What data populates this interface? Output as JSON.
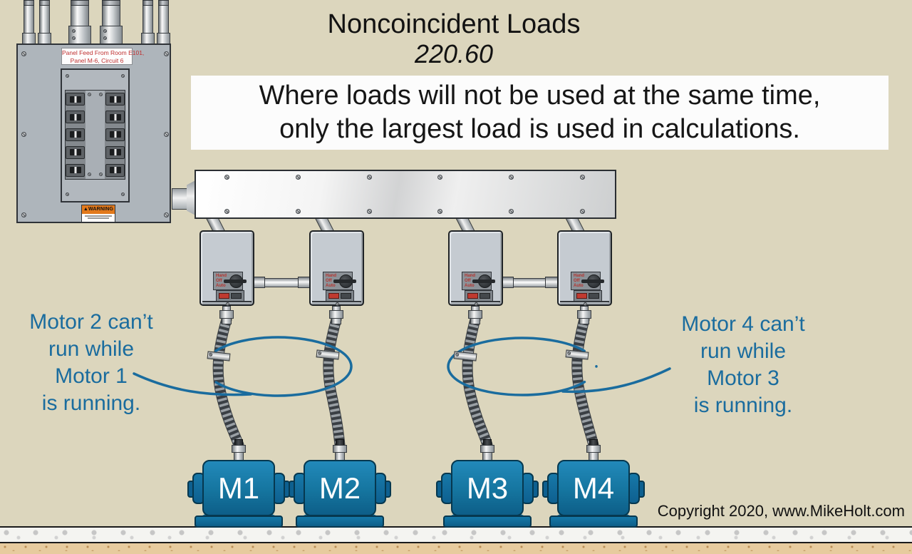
{
  "colors": {
    "background": "#DCD6BD",
    "accent_blue": "#1A6C9E",
    "motor_blue": "#15759F",
    "panel_gray": "#AEB5BB",
    "label_red": "#C03030",
    "warning_orange": "#E2791C"
  },
  "title": {
    "line1": "Noncoincident Loads",
    "line2": "220.60"
  },
  "subtitle": {
    "line1": "Where loads will not be used at the same time,",
    "line2": "only the largest load is used in calculations."
  },
  "panel": {
    "label_line1": "Panel Feed From Room E101,",
    "label_line2": "Panel M-6, Circuit 6",
    "warning_label": "WARNING"
  },
  "disconnect": {
    "hoa": [
      "Hand",
      "Off",
      "Auto"
    ]
  },
  "annotations": {
    "left": [
      "Motor 2 can’t",
      "run while",
      "Motor 1",
      "is running."
    ],
    "right": [
      "Motor 4 can’t",
      "run while",
      "Motor 3",
      "is running."
    ]
  },
  "motors": [
    {
      "label": "M1"
    },
    {
      "label": "M2"
    },
    {
      "label": "M3"
    },
    {
      "label": "M4"
    }
  ],
  "copyright": "Copyright 2020, www.MikeHolt.com"
}
